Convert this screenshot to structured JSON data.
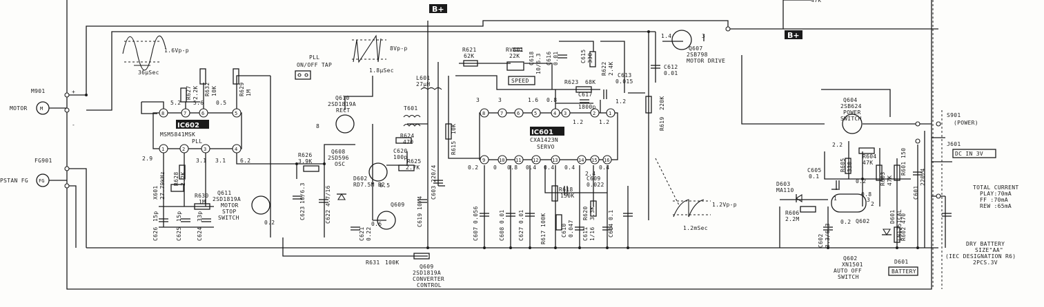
{
  "supply": {
    "bplus_left": "B+",
    "bplus_right": "B+"
  },
  "ic602": {
    "ref": "IC602",
    "part": "MSM5841MSK",
    "func": "PLL",
    "pins": [
      "8",
      "7",
      "6",
      "5",
      "1",
      "2",
      "3",
      "4"
    ]
  },
  "ic601": {
    "ref": "IC601",
    "part": "CXA1423N",
    "func": "SERVO",
    "pins_top": [
      "8",
      "7",
      "6",
      "5",
      "4",
      "3",
      "2",
      "1"
    ],
    "pins_bottom": [
      "9",
      "10",
      "11",
      "12",
      "13",
      "14",
      "15",
      "16"
    ]
  },
  "motor": {
    "ref": "M901",
    "label": "MOTOR",
    "symbol": "M"
  },
  "fg": {
    "ref": "FG901",
    "label": "PSTAN FG",
    "symbol": "FG"
  },
  "waveforms": {
    "w1_amp": "1.6Vp-p",
    "w1_time": "36μSec",
    "w2_amp": "8Vp-p",
    "w2_time": "1.8μSec",
    "w3_amp": "1.2Vp-p",
    "w3_time": "1.2mSec"
  },
  "switch_pll": {
    "l1": "PLL",
    "l2": "ON/OFF TAP"
  },
  "speed_label": "SPEED",
  "transistors": [
    {
      "ref": "Q610",
      "part": "2SD1819A",
      "func": "RECT"
    },
    {
      "ref": "Q608",
      "part": "2SD596",
      "func": "OSC"
    },
    {
      "ref": "Q611",
      "part": "2SD1819A",
      "func1": "MOTOR",
      "func2": "STOP",
      "func3": "SWITCH"
    },
    {
      "ref": "Q609",
      "part": "2SD1819A",
      "func1": "CONVERTER",
      "func2": "CONTROL"
    },
    {
      "ref": "Q607",
      "part": "2SB798",
      "func": "MOTOR DRIVE"
    },
    {
      "ref": "Q604",
      "part": "2SB624",
      "func1": "POWER",
      "func2": "SWITCH"
    },
    {
      "ref": "Q602",
      "part": "XN1501",
      "func1": "AUTO OFF",
      "func2": "SWITCH"
    }
  ],
  "parts": {
    "r627": "R627",
    "r627v": "2.2K",
    "r632": "R632",
    "r632v": "10K",
    "r629": "R629",
    "r629v": "1M",
    "r621": "R621",
    "r621v": "62K",
    "rv601": "RV601",
    "rv601v": "22K",
    "c618": "C618",
    "c618v": "10/6.3",
    "c616": "C616",
    "c616v": "0.01",
    "c615": "C615",
    "c615v": "330",
    "r622": "R622",
    "r622v": "2.4K",
    "c613": "C613",
    "c613v": "0.015",
    "r623": "R623",
    "r623v": "68K",
    "c617": "C617",
    "c617v": "1800p",
    "r619": "R619",
    "r619v": "220K",
    "c612": "C612",
    "c612v": "0.01",
    "l601": "L601",
    "l601v": "27μH",
    "t601": "T601",
    "r624": "R624",
    "r624v": "470",
    "c620": "C620",
    "c620v": "100p",
    "r625": "R625",
    "r625v": "2.7K",
    "r615": "R615",
    "r615v": "10K",
    "r626": "R626",
    "r626v": "3.9K",
    "c623": "C623",
    "c623v": "10/6.3",
    "c622": "C622",
    "c622v": "4.7/16",
    "c621": "C621",
    "c621v": "0.22",
    "d602": "D602",
    "d602v": "RD7.5M B2",
    "c619": "C619",
    "c619v": "10/4",
    "c603": "C603",
    "c603v": "220/4",
    "x601": "X601",
    "x601v": "27.79kHz",
    "r630": "R630",
    "r630v": "1M",
    "r628": "R628",
    "r628v": "2.2K",
    "c626": "C626",
    "c626v": "15p",
    "c625": "C625",
    "c625v": "15p",
    "c624": "C624",
    "c624v": "33p",
    "r631": "R631",
    "r631v": "100K",
    "c607": "C607",
    "c607v": "0.056",
    "c608": "C608",
    "c608v": "0.01",
    "c627": "C627",
    "c627v": "0.01",
    "r617": "R617",
    "r617v": "100K",
    "r618": "R618",
    "r618v": "150K",
    "c610": "C610",
    "c610v": "0.047",
    "c609": "C609",
    "c609v": "0.022",
    "r620": "R620",
    "r620v": "3.3K",
    "c611": "C611",
    "c611v": "1/16",
    "c614": "C614",
    "c614v": "0.1",
    "c605": "C605",
    "c605v": "0.1",
    "d603": "D603",
    "d603v": "MA110",
    "r606": "R606",
    "r606v": "2.2M",
    "c602": "C602",
    "c602v": "3.3/6.3",
    "r605": "R605",
    "r605v": "330",
    "r604": "R604",
    "r604v": "47K",
    "r603": "R603",
    "r603v": "47K",
    "d601": "D601",
    "d601v": "LN1251CAL",
    "r601": "R601",
    "r601v": "150",
    "r602": "R602",
    "r602v": "470",
    "c601": "C601",
    "c601v": "220/4"
  },
  "voltages": {
    "v_52": "5.2",
    "v_56": "5.6",
    "v_05a": "0.5",
    "v_29": "2.9",
    "v_31a": "3.1",
    "v_31b": "3.1",
    "v_62": "6.2",
    "v_8": "8",
    "v_02a": "0.2",
    "v_05b": "0.5",
    "v_06": "0.6",
    "v_3a": "3",
    "v_3b": "3",
    "v_16": "1.6",
    "v_08a": "0.8",
    "v_12a": "1.2",
    "v_12b": "1.2",
    "v_12c": "1.2",
    "v_02b": "0.2",
    "v_0": "0",
    "v_08b": "0.8",
    "v_04a": "0.4",
    "v_04b": "0.4",
    "v_04c": "0.4",
    "v_04d": "0.4",
    "v_24": "2.4",
    "v_14": "1.4",
    "v_3c": "3",
    "v_22": "2.2",
    "v_02c": "0.2",
    "v_08c": "0.8",
    "v_1": "1",
    "v_02d": "0.2",
    "v_2": "2",
    "v_3d": "3",
    "v_plus": "+",
    "v_minus": "-"
  },
  "right": {
    "s901": "S901",
    "s901f": "(POWER)",
    "j601": "J601",
    "dc_in": "DC IN 3V",
    "total_title": "TOTAL CURRENT",
    "play": "PLAY:70mA",
    "ff": "FF :70mA",
    "rew": "REW :65mA",
    "battery_box": "BATTERY",
    "d601_ref": "D601",
    "bat1": "DRY BATTERY",
    "bat2": "SIZE\"AA\"",
    "bat3": "(IEC DESIGNATION R6)",
    "bat4": "2PCS.3V",
    "top_frag": "47k"
  }
}
